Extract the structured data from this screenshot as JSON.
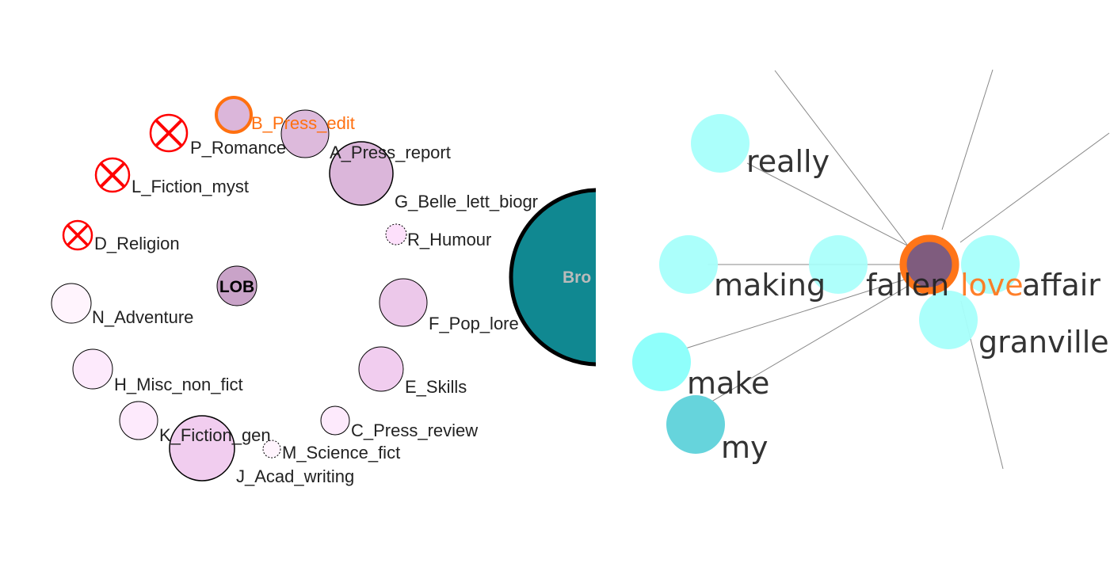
{
  "left_panel": {
    "center_node": "LOB",
    "large_node": "Bro",
    "selected_node": "B_Press_edit",
    "nodes": [
      {
        "label": "B_Press_edit",
        "state": "selected"
      },
      {
        "label": "A_Press_report"
      },
      {
        "label": "P_Romance",
        "state": "excluded"
      },
      {
        "label": "L_Fiction_myst",
        "state": "excluded"
      },
      {
        "label": "D_Religion",
        "state": "excluded"
      },
      {
        "label": "G_Belle_lett_biogr"
      },
      {
        "label": "R_Humour"
      },
      {
        "label": "N_Adventure"
      },
      {
        "label": "F_Pop_lore"
      },
      {
        "label": "H_Misc_non_fict"
      },
      {
        "label": "E_Skills"
      },
      {
        "label": "K_Fiction_gen"
      },
      {
        "label": "C_Press_review"
      },
      {
        "label": "J_Acad_writing"
      },
      {
        "label": "M_Science_fict"
      }
    ],
    "colors": {
      "selected": "#ff7010",
      "excluded": "#ff0000",
      "large_node": "#108891"
    }
  },
  "right_panel": {
    "focus_word": "love",
    "words": [
      "really",
      "making",
      "fallen",
      "love",
      "affair",
      "granville",
      "make",
      "my"
    ],
    "colors": {
      "focus": "#ff7518",
      "focus_fill": "#7f5c7e",
      "node": "#a6fffb"
    }
  }
}
